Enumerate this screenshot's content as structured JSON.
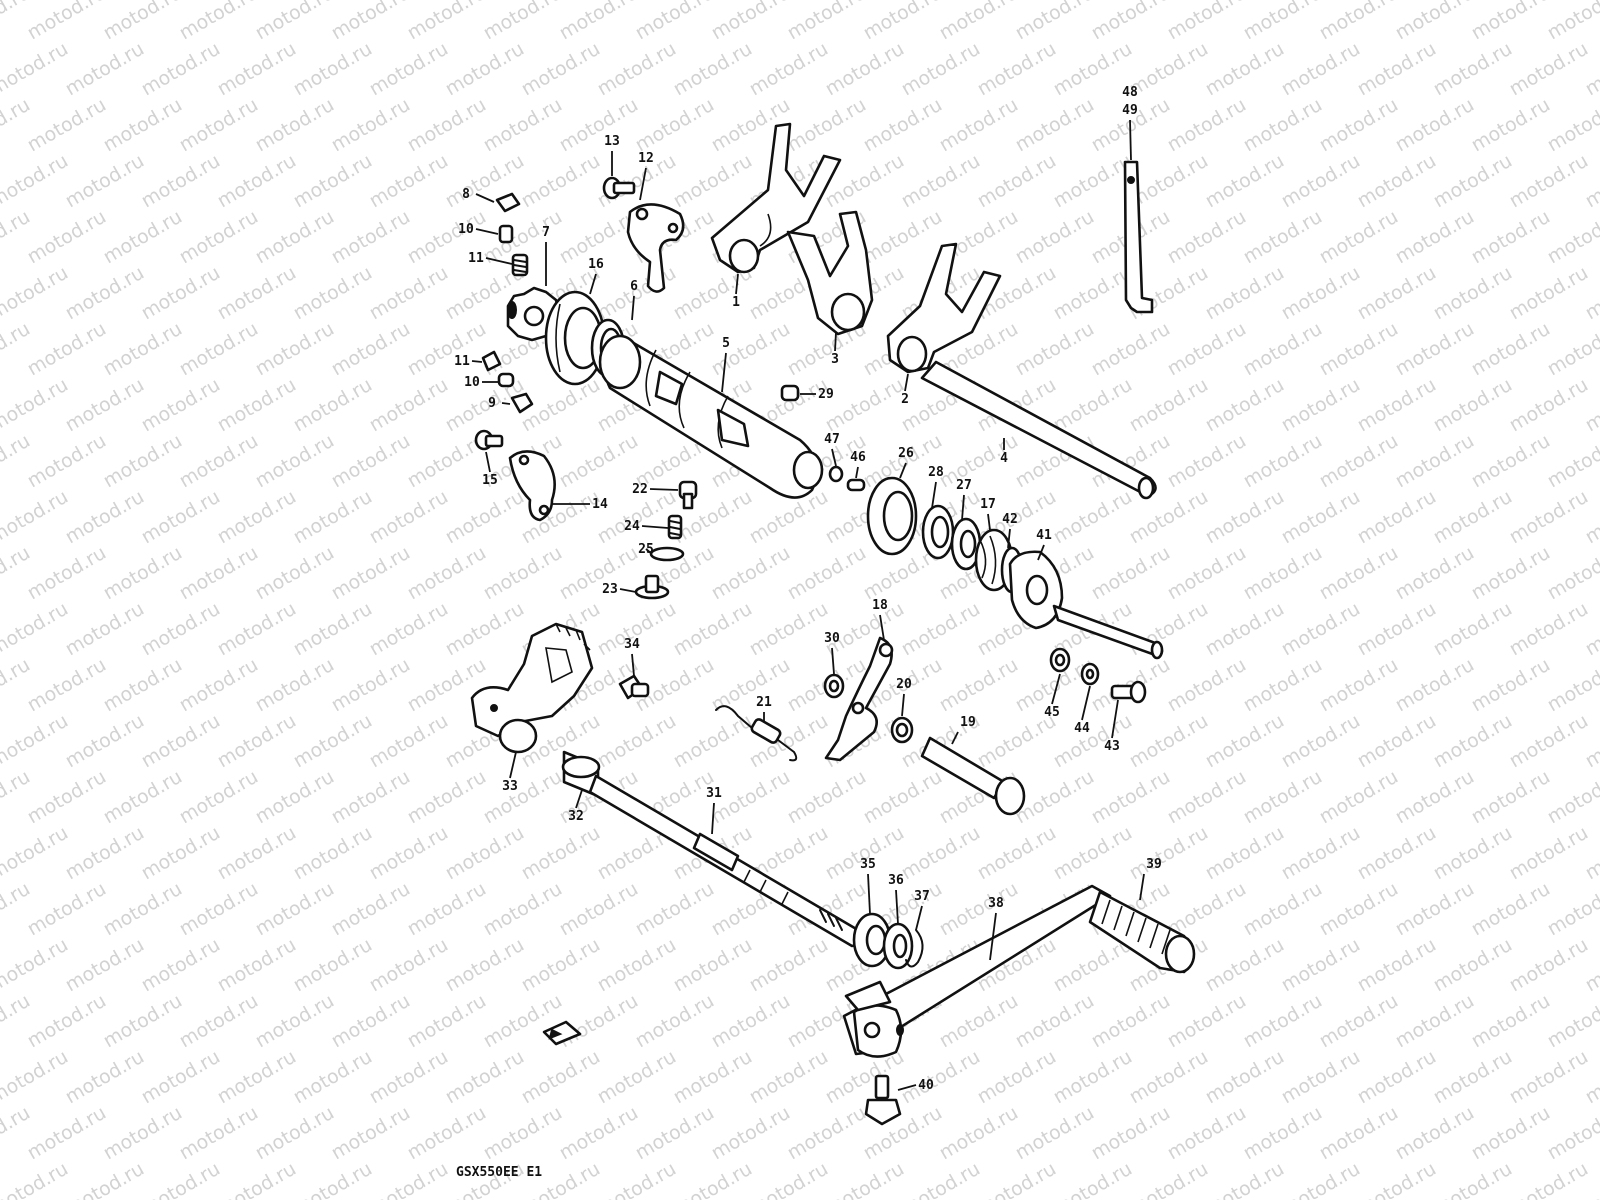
{
  "watermark": "motod.ru",
  "diagram_code": "GSX550EE E1",
  "callouts": [
    {
      "label": "48"
    },
    {
      "label": "49"
    },
    {
      "label": "13"
    },
    {
      "label": "12"
    },
    {
      "label": "8"
    },
    {
      "label": "10"
    },
    {
      "label": "11"
    },
    {
      "label": "7"
    },
    {
      "label": "16"
    },
    {
      "label": "6"
    },
    {
      "label": "1"
    },
    {
      "label": "3"
    },
    {
      "label": "2"
    },
    {
      "label": "5"
    },
    {
      "label": "11"
    },
    {
      "label": "10"
    },
    {
      "label": "9"
    },
    {
      "label": "29"
    },
    {
      "label": "4"
    },
    {
      "label": "15"
    },
    {
      "label": "14"
    },
    {
      "label": "47"
    },
    {
      "label": "46"
    },
    {
      "label": "26"
    },
    {
      "label": "28"
    },
    {
      "label": "27"
    },
    {
      "label": "17"
    },
    {
      "label": "42"
    },
    {
      "label": "41"
    },
    {
      "label": "22"
    },
    {
      "label": "24"
    },
    {
      "label": "25"
    },
    {
      "label": "23"
    },
    {
      "label": "34"
    },
    {
      "label": "18"
    },
    {
      "label": "30"
    },
    {
      "label": "21"
    },
    {
      "label": "20"
    },
    {
      "label": "19"
    },
    {
      "label": "45"
    },
    {
      "label": "44"
    },
    {
      "label": "43"
    },
    {
      "label": "33"
    },
    {
      "label": "32"
    },
    {
      "label": "31"
    },
    {
      "label": "35"
    },
    {
      "label": "36"
    },
    {
      "label": "37"
    },
    {
      "label": "38"
    },
    {
      "label": "39"
    },
    {
      "label": "40"
    }
  ]
}
